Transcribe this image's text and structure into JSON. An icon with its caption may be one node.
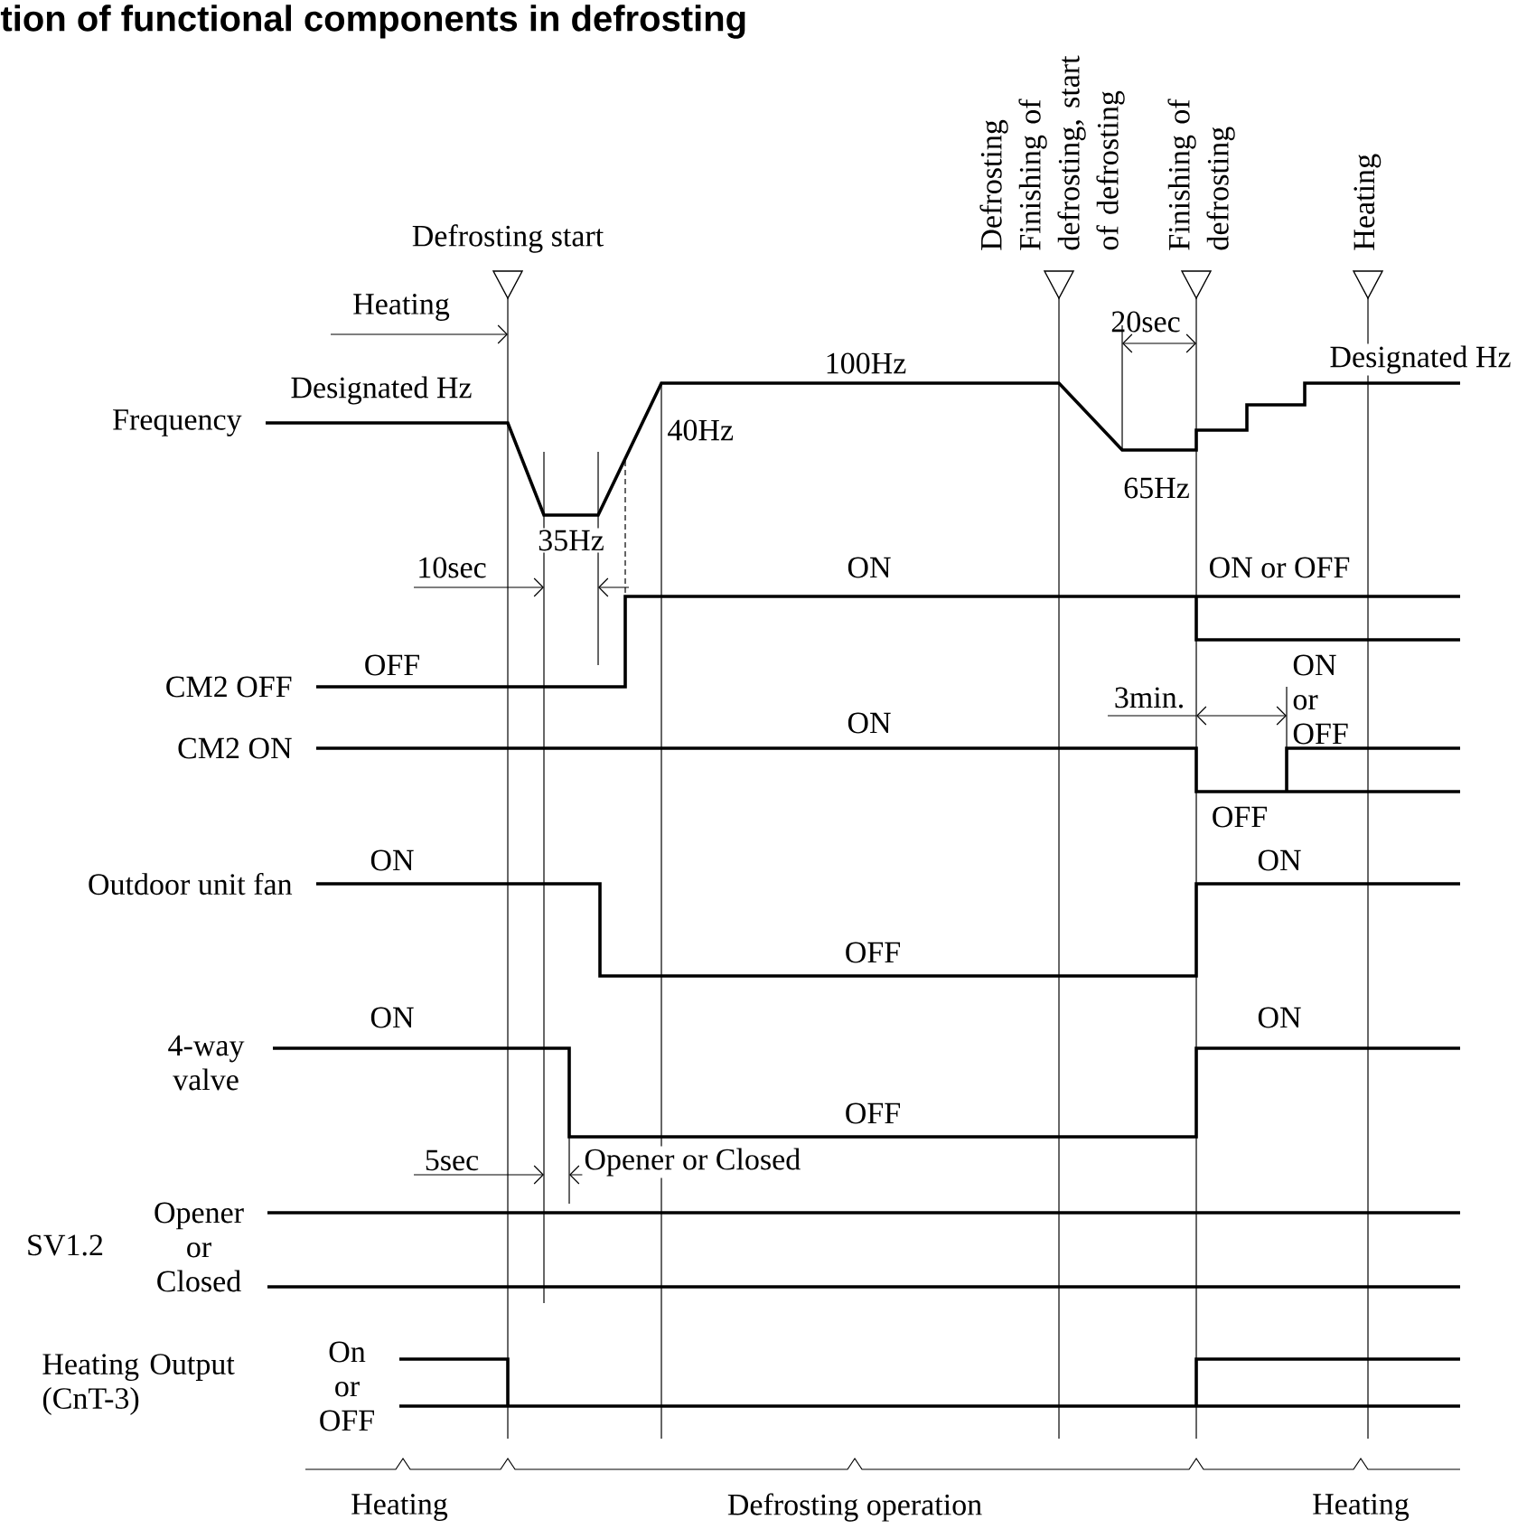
{
  "diagram": {
    "title": "tion of functional components in defrosting",
    "labels": [
      "Defrosting start",
      "Defrosting Finishing of defrosting, start of defrosting",
      "Finishing of defrosting",
      "Heating",
      "Heating",
      "20sec",
      "100Hz",
      "Designated Hz",
      "Designated Hz",
      "Frequency",
      "40Hz",
      "65Hz",
      "35Hz",
      "10sec",
      "ON",
      "ON or OFF",
      "OFF",
      "ON or OFF",
      "CM2 OFF",
      "3min.",
      "ON",
      "CM2 ON",
      "OFF",
      "ON",
      "ON",
      "Outdoor unit fan",
      "OFF",
      "ON",
      "ON",
      "4-way valve",
      "OFF",
      "5sec",
      "Opener or Closed",
      "SV1.2",
      "Opener or Closed",
      "Heating Output (CnT-3)",
      "On or OFF",
      "Heating",
      "Defrosting operation",
      "Heating"
    ]
  }
}
